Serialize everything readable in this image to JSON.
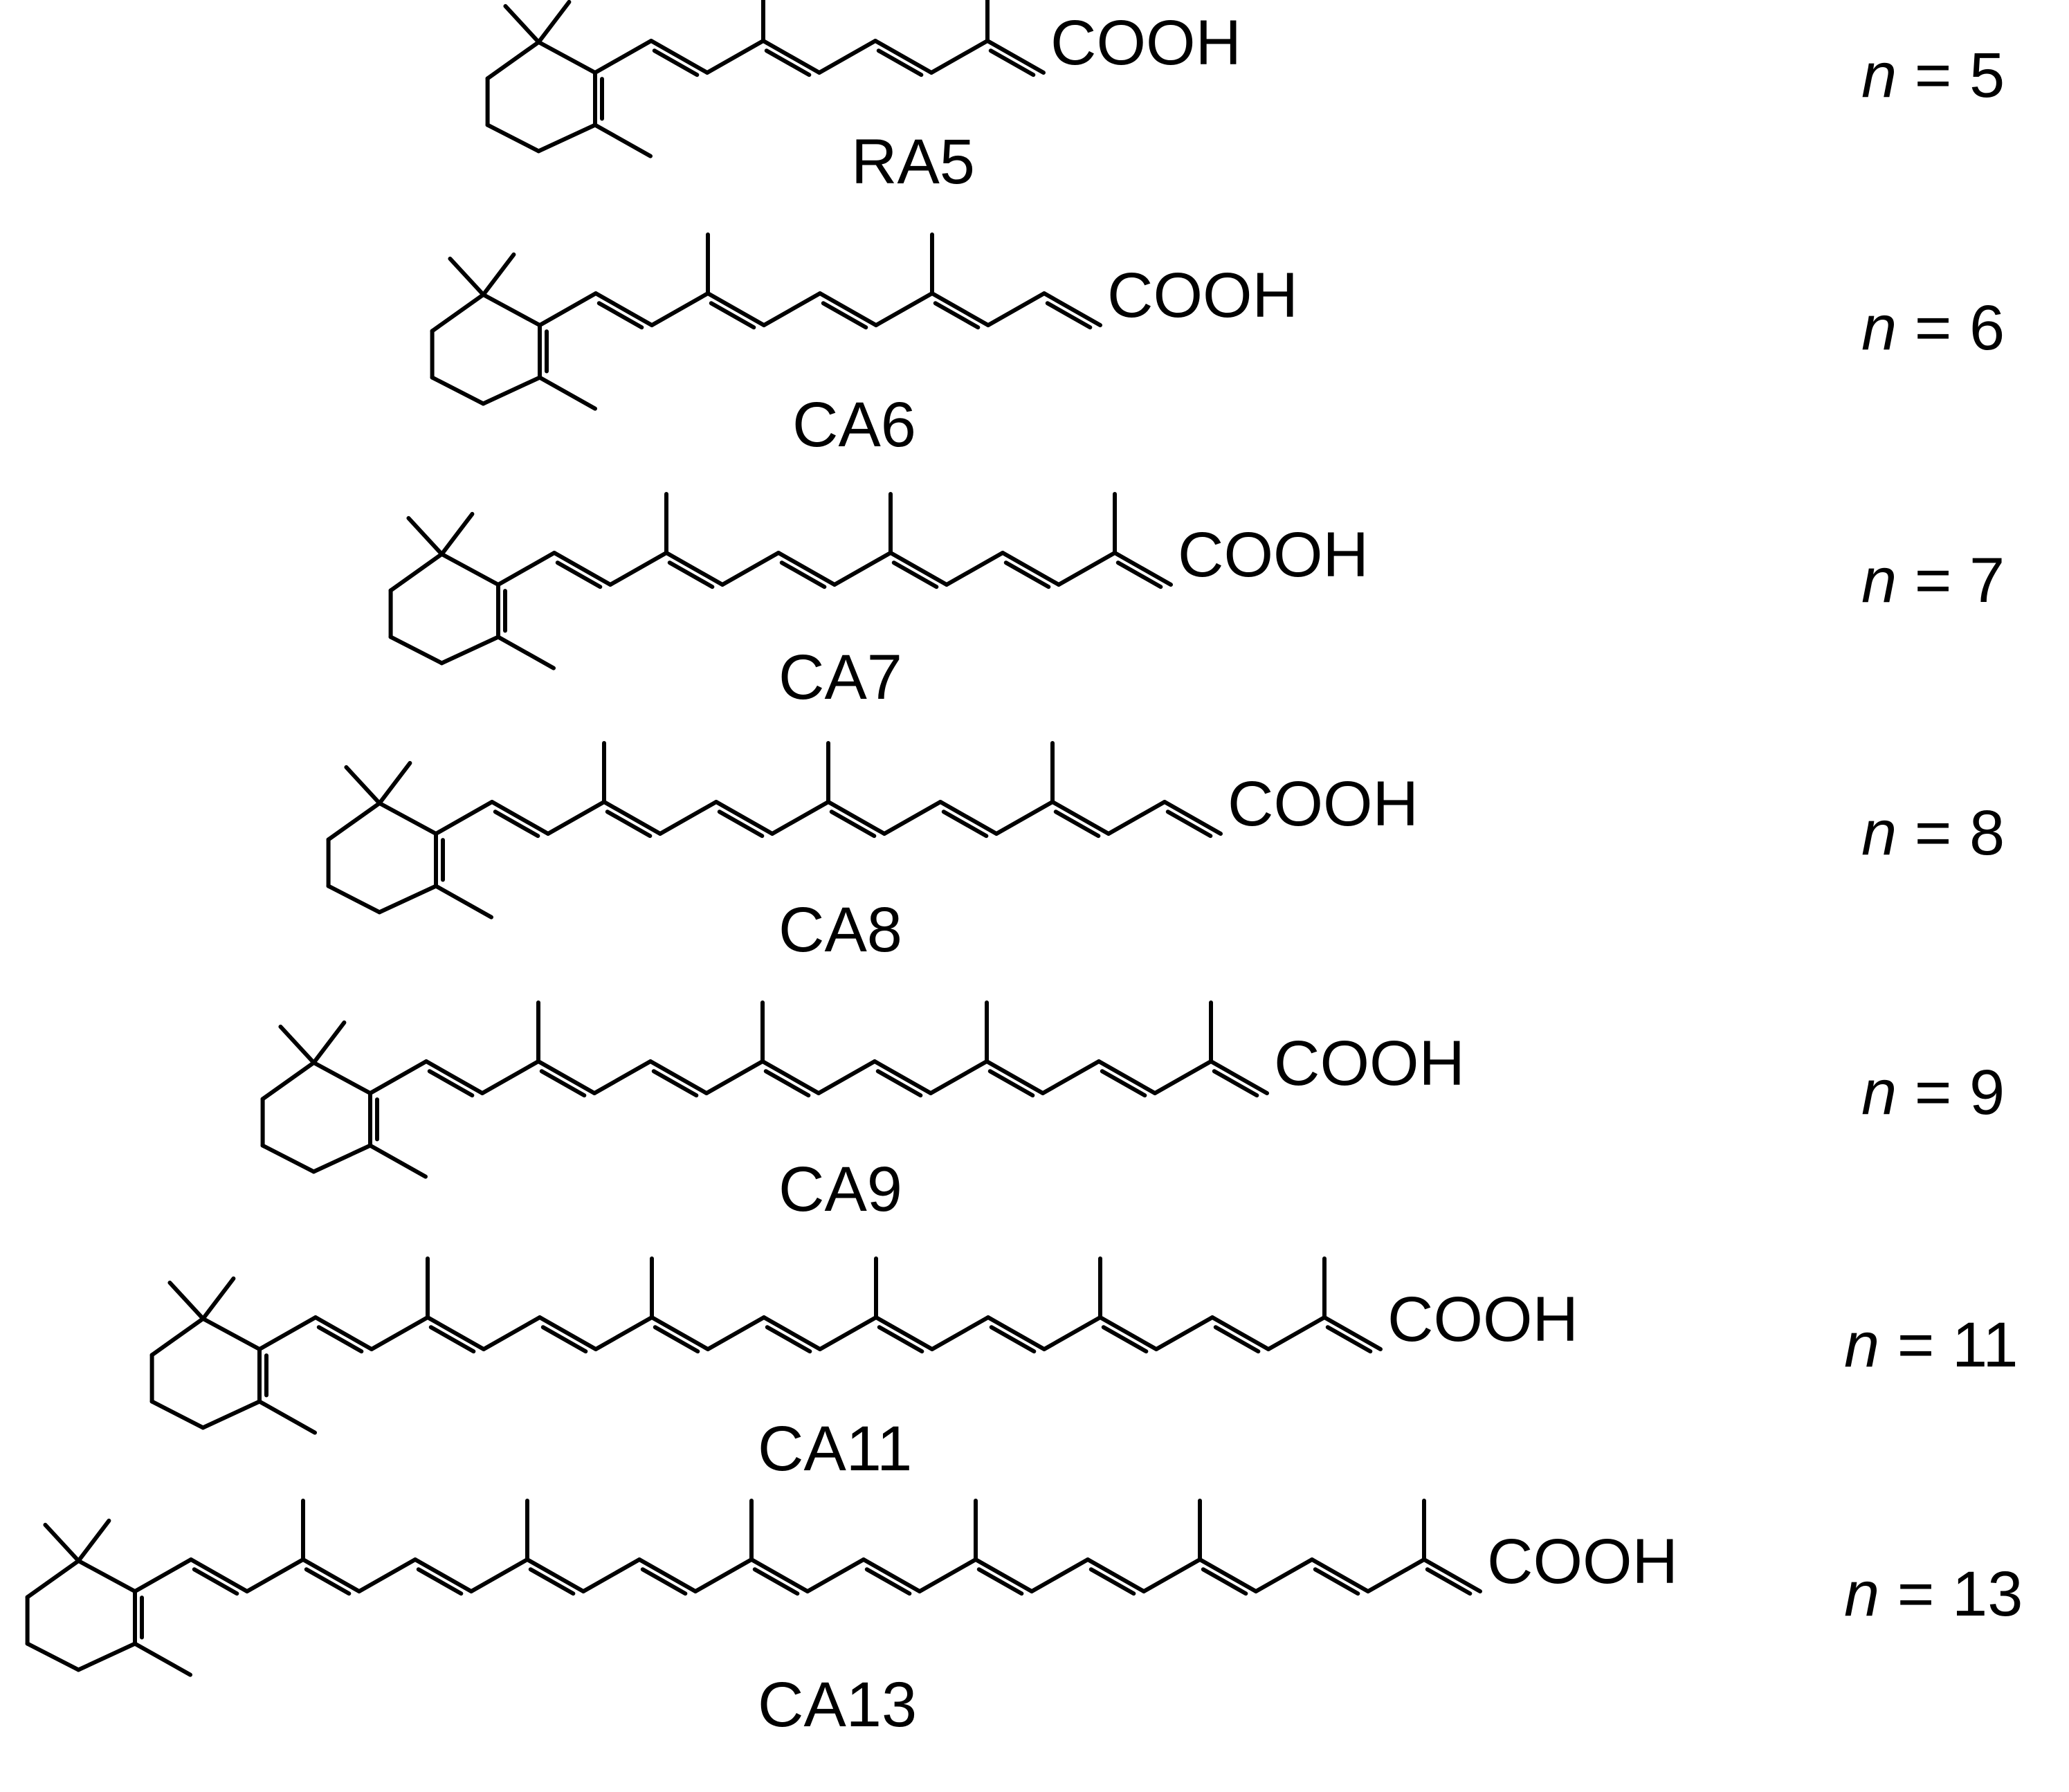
{
  "compounds": [
    {
      "name": "RA5",
      "n": "5",
      "group": "COOH"
    },
    {
      "name": "CA6",
      "n": "6",
      "group": "COOH"
    },
    {
      "name": "CA7",
      "n": "7",
      "group": "COOH"
    },
    {
      "name": "CA8",
      "n": "8",
      "group": "COOH"
    },
    {
      "name": "CA9",
      "n": "9",
      "group": "COOH"
    },
    {
      "name": "CA11",
      "n": "11",
      "group": "COOH"
    },
    {
      "name": "CA13",
      "n": "13",
      "group": "COOH"
    }
  ],
  "n_symbol": "n",
  "equals": " = ",
  "colors": {
    "ink": "#000000",
    "background": "#ffffff"
  }
}
